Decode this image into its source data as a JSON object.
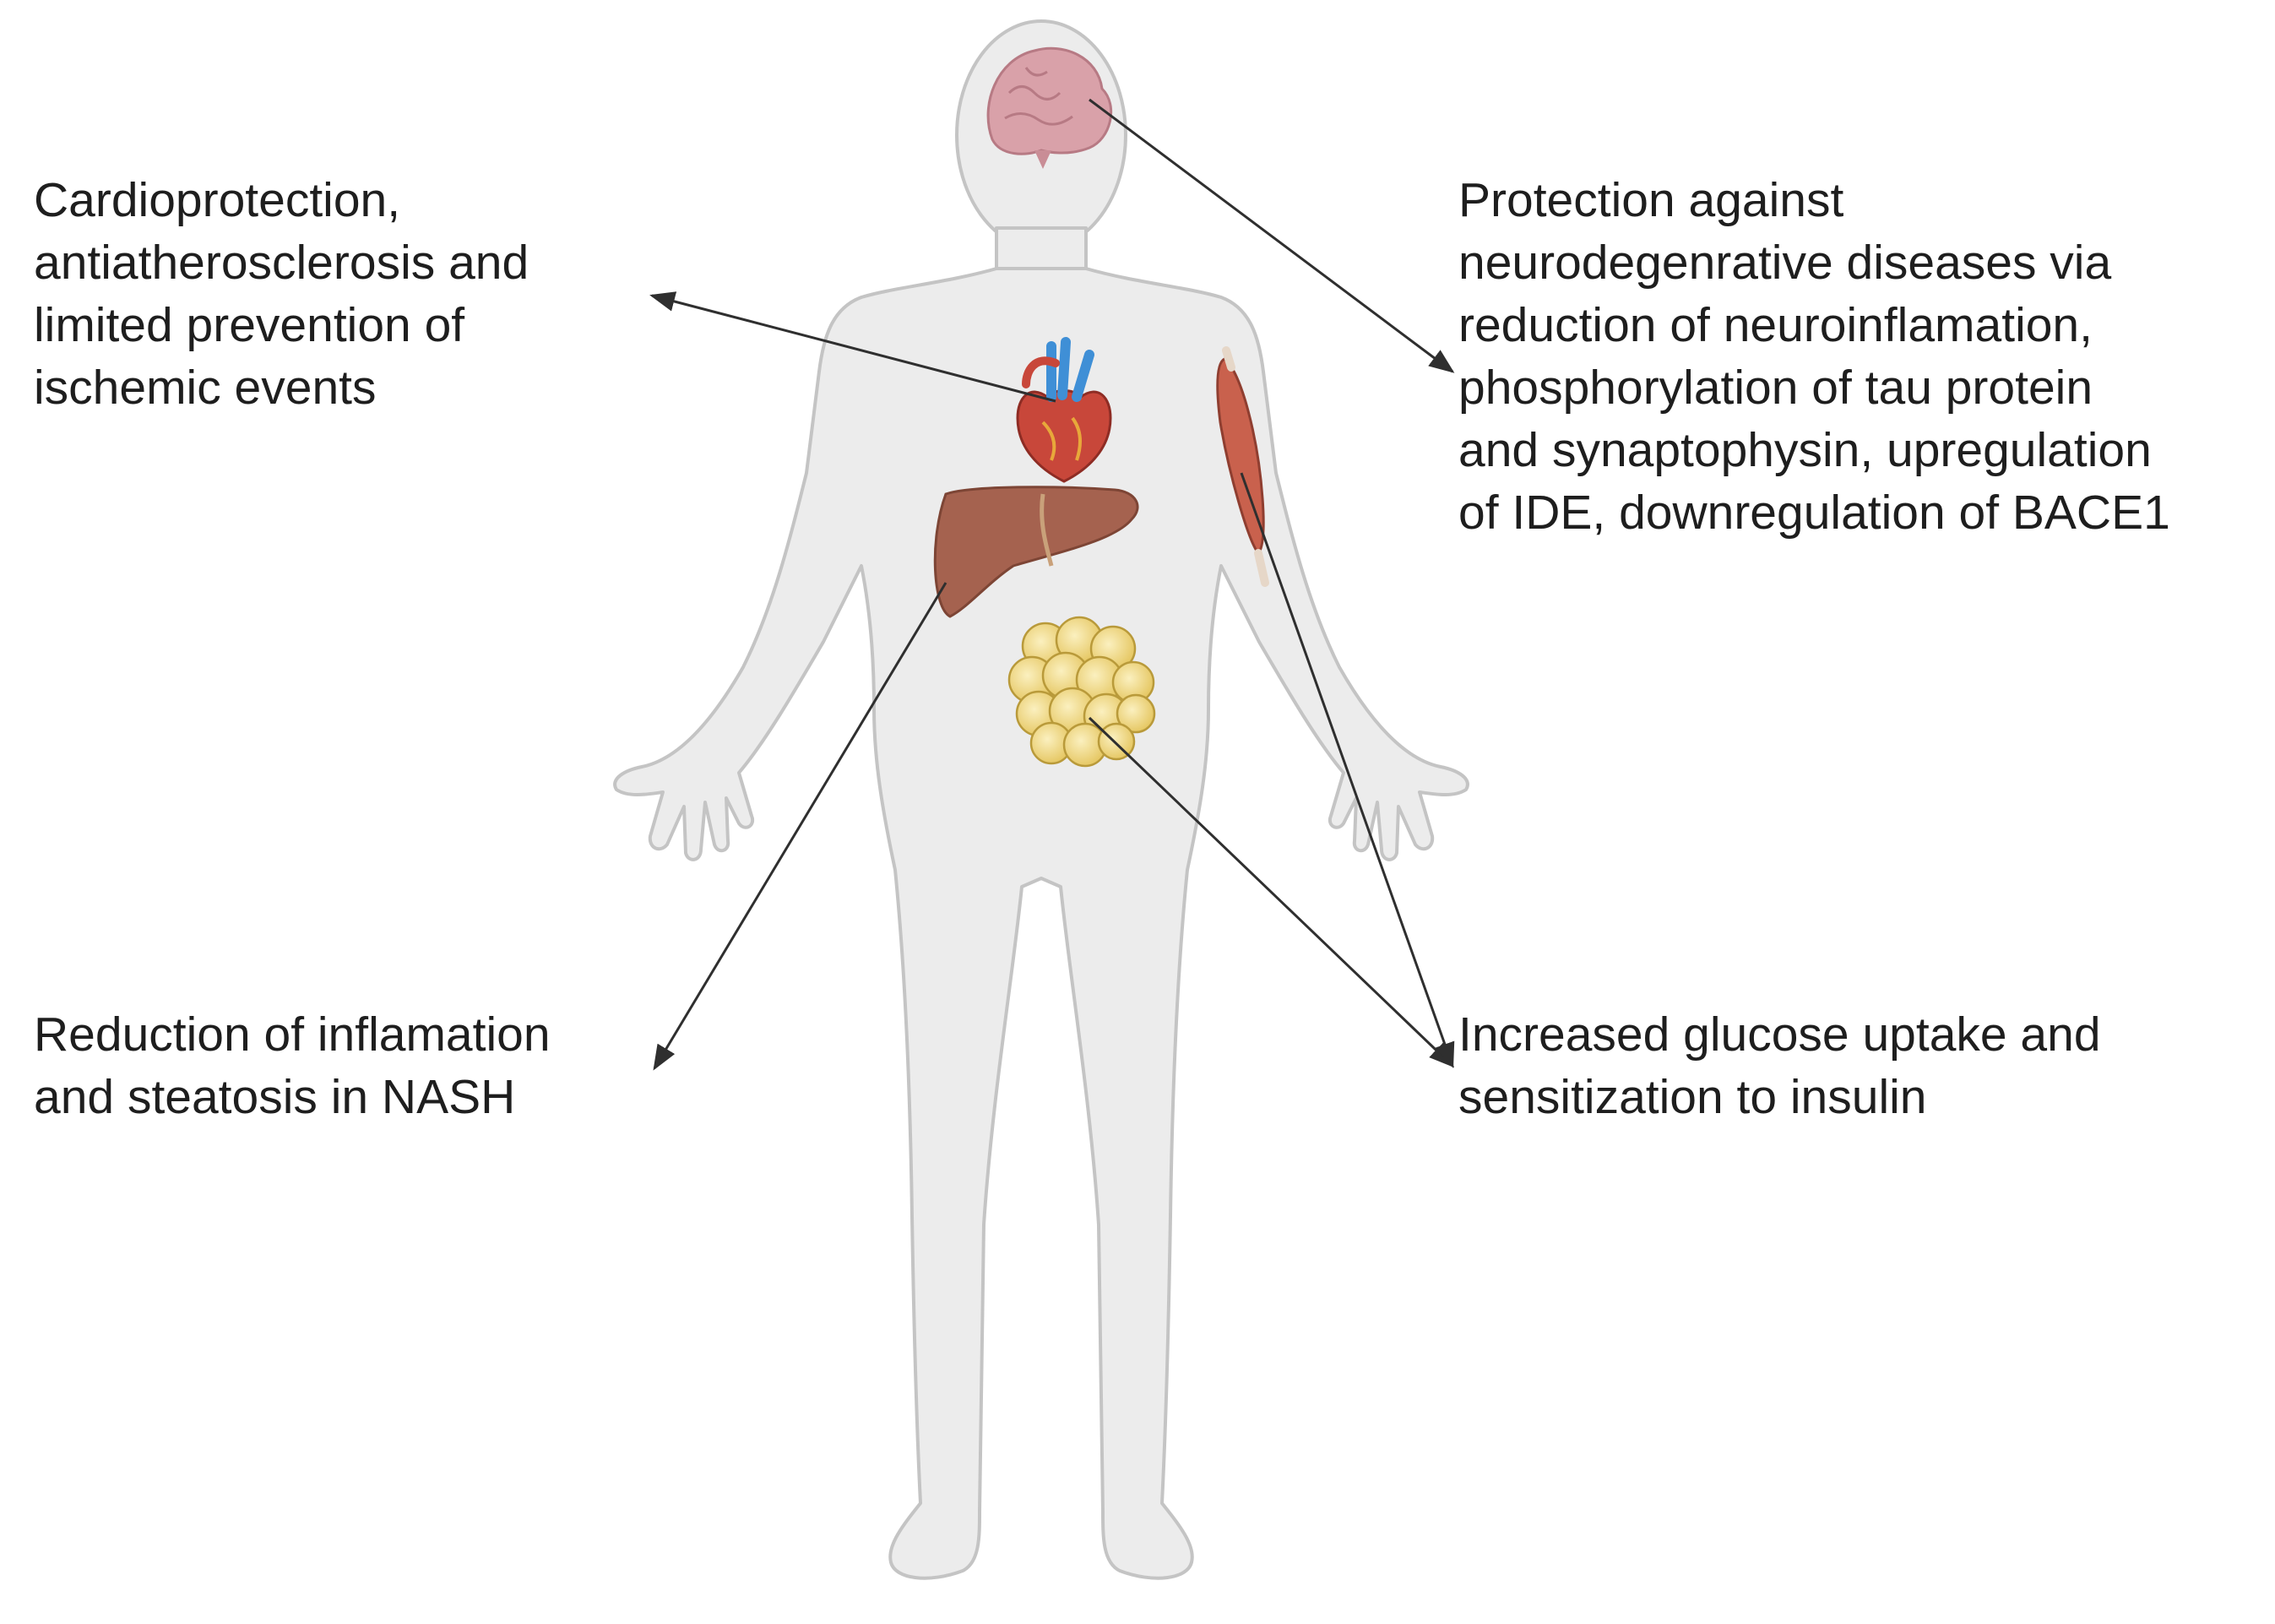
{
  "labels": {
    "cardio": [
      "Cardioprotection,",
      "antiatherosclerosis and",
      "limited prevention of",
      "ischemic events"
    ],
    "neuro": [
      "Protection against",
      "neurodegenrative diseases via",
      "reduction of neuroinflamation,",
      "phosphorylation of tau protein",
      "and synaptophysin, upregulation",
      "of IDE, downregulation of BACE1"
    ],
    "nash": [
      "Reduction of inflamation",
      "and steatosis in NASH"
    ],
    "glucose": [
      "Increased glucose uptake and",
      "sensitization to insulin"
    ]
  },
  "colors": {
    "body_fill": "#ececec",
    "body_outline": "#c4c4c4",
    "brain": "#d9a1a9",
    "heart": "#c8473a",
    "heart_vessels": "#3f8fd6",
    "liver": "#a5624f",
    "muscle": "#c9614d",
    "adipose": "#f1da8a",
    "arrow": "#2f2f2f"
  },
  "icons": [
    "human-body-icon",
    "brain-icon",
    "heart-icon",
    "liver-icon",
    "adipose-tissue-icon",
    "muscle-icon"
  ]
}
